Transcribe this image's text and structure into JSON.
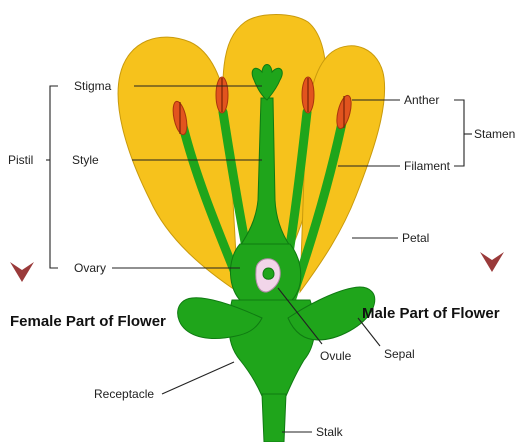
{
  "labels": {
    "stigma": "Stigma",
    "style": "Style",
    "pistil": "Pistil",
    "ovary": "Ovary",
    "anther": "Anther",
    "filament": "Filament",
    "stamen": "Stamen",
    "petal": "Petal",
    "sepal": "Sepal",
    "ovule": "Ovule",
    "receptacle": "Receptacle",
    "stalk": "Stalk",
    "female_heading": "Female Part of Flower",
    "male_heading": "Male Part of Flower"
  },
  "colors": {
    "petal": "#F6C21C",
    "petal_outline": "#C99A0C",
    "green": "#1FA51B",
    "green_light": "#4CC43A",
    "green_dark": "#0F7A12",
    "anther": "#E2541E",
    "ovule": "#F1D5E9",
    "arrow": "#9A3A3A"
  }
}
